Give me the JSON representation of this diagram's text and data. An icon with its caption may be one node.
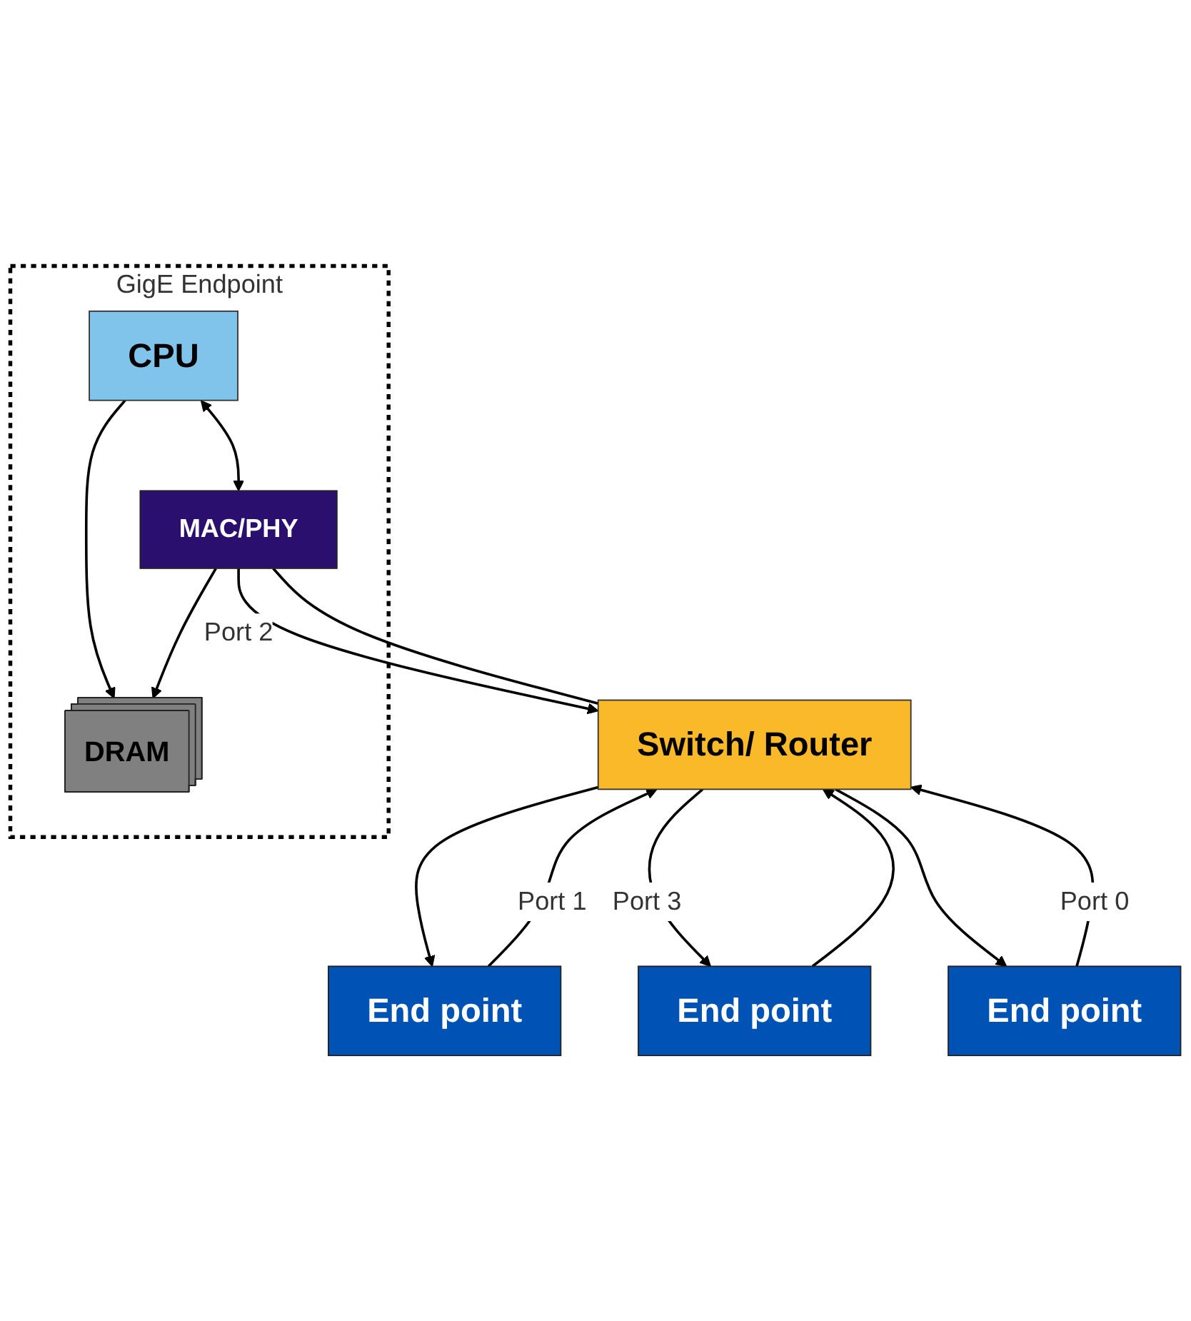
{
  "diagram": {
    "nodes": [
      {
        "text": [
          "GigE Endpoint"
        ]
      },
      {
        "text": [
          "CPU"
        ],
        "in": 0
      },
      {
        "text": [
          "DRAM"
        ],
        "in": 0
      },
      {
        "text": [
          "MAC/PHY"
        ],
        "in": 0
      },
      {
        "text": [
          "Switch/ Router"
        ]
      },
      {
        "text": [
          "End point"
        ]
      },
      {
        "text": [
          "End point"
        ]
      },
      {
        "text": [
          "End point"
        ]
      }
    ],
    "edges": [
      {
        "from": 1,
        "to": 3,
        "arrow": "both"
      },
      {
        "from": 1,
        "to": 2,
        "arrow": "to"
      },
      {
        "from": 3,
        "to": 2,
        "arrow": "to"
      },
      {
        "from": 3,
        "to": 4,
        "arrow": "to",
        "label": "Port 2"
      },
      {
        "from": 4,
        "to": 3,
        "arrow": "none"
      },
      {
        "from": 5,
        "to": 4,
        "arrow": "to",
        "label": "Port 1"
      },
      {
        "from": 4,
        "to": 5,
        "arrow": "to"
      },
      {
        "from": 4,
        "to": 6,
        "arrow": "to",
        "label": "Port 3"
      },
      {
        "from": 6,
        "to": 4,
        "arrow": "to"
      },
      {
        "from": 7,
        "to": 4,
        "arrow": "to",
        "label": "Port 0"
      },
      {
        "from": 4,
        "to": 7,
        "arrow": "to"
      }
    ]
  }
}
